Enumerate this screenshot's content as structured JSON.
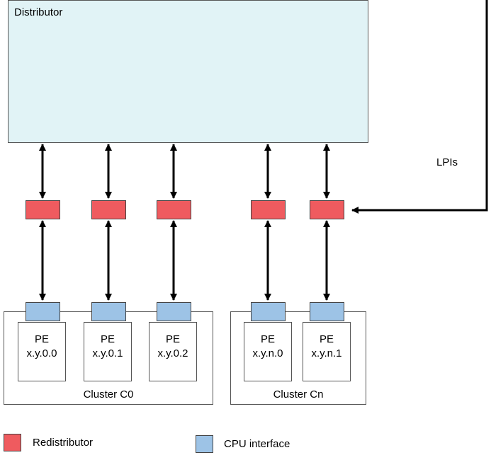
{
  "distributor": {
    "label": "Distributor"
  },
  "lpi_label": "LPIs",
  "colors": {
    "redistributor": "#ef5b5f",
    "cpu_interface": "#9dc3e6",
    "distributor_fill": "#e1f3f6"
  },
  "clusters": [
    {
      "label": "Cluster C0",
      "pes": [
        {
          "line1": "PE",
          "line2": "x.y.0.0"
        },
        {
          "line1": "PE",
          "line2": "x.y.0.1"
        },
        {
          "line1": "PE",
          "line2": "x.y.0.2"
        }
      ]
    },
    {
      "label": "Cluster Cn",
      "pes": [
        {
          "line1": "PE",
          "line2": "x.y.n.0"
        },
        {
          "line1": "PE",
          "line2": "x.y.n.1"
        }
      ]
    }
  ],
  "legend": {
    "redistributor": "Redistributor",
    "cpu_interface": "CPU interface"
  }
}
